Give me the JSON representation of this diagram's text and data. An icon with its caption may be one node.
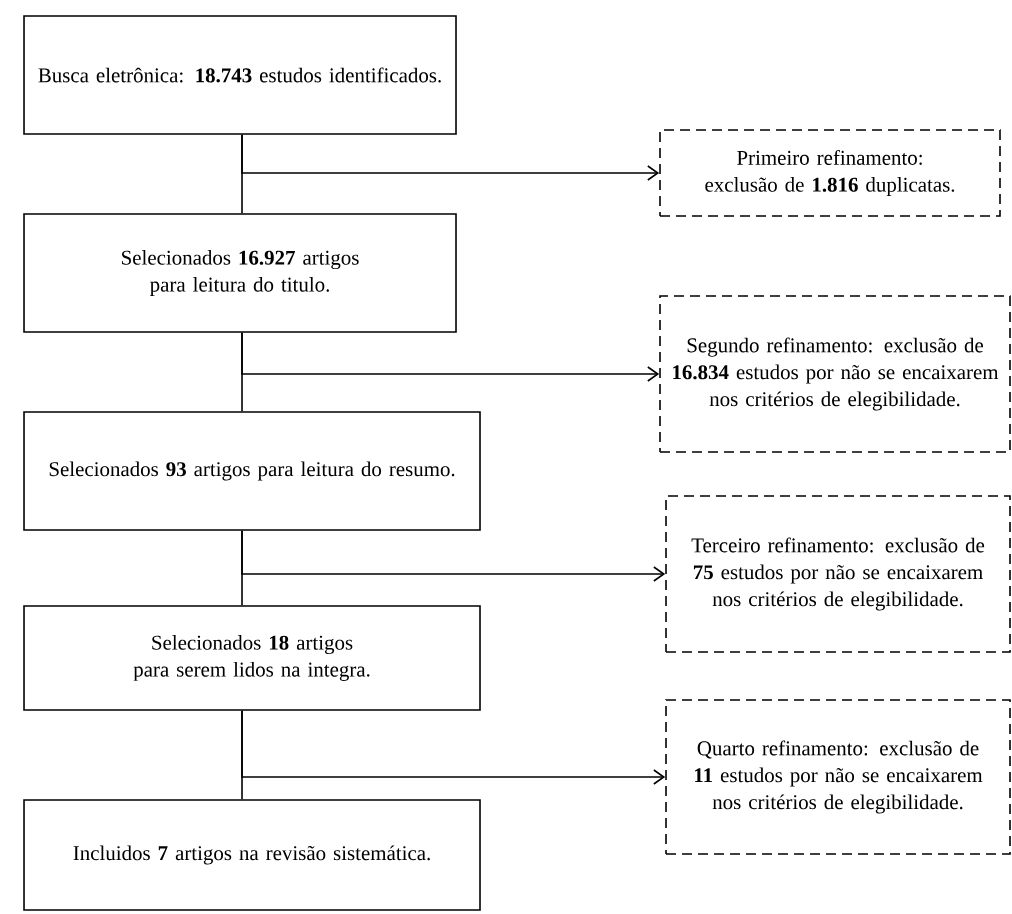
{
  "diagram": {
    "nodes": [
      {
        "text": [
          "Busca eletrônica: **18.743** estudos identificados."
        ]
      },
      {
        "text": [
          "Selecionados **16.927** artigos para leitura do titulo."
        ]
      },
      {
        "text": [
          "Selecionados **93** artigos para leitura do resumo."
        ]
      },
      {
        "text": [
          "Selecionados **18** artigos para serem lidos na integra."
        ]
      },
      {
        "text": [
          "Incluidos **7** artigos na revisão sistemática."
        ]
      },
      {
        "text": [
          "Primeiro refinamento: exclusão de **1.816** duplicatas."
        ]
      },
      {
        "text": [
          "Segundo refinamento: exclusão de **16.834** estudos por não se encaixarem nos critérios de elegibilidade."
        ]
      },
      {
        "text": [
          "Terceiro refinamento: exclusão de **75** estudos por não se encaixarem nos critérios de elegibilidade."
        ]
      },
      {
        "text": [
          "Quarto refinamento: exclusão de **11** estudos por não se encaixarem nos critérios de elegibilidade."
        ]
      }
    ],
    "edges": [
      {
        "from": 0,
        "to": 1,
        "arrow": "none"
      },
      {
        "from": 0,
        "to": 5,
        "arrow": "to"
      },
      {
        "from": 1,
        "to": 2,
        "arrow": "none"
      },
      {
        "from": 1,
        "to": 6,
        "arrow": "to"
      },
      {
        "from": 2,
        "to": 3,
        "arrow": "none"
      },
      {
        "from": 2,
        "to": 7,
        "arrow": "to"
      },
      {
        "from": 3,
        "to": 4,
        "arrow": "none"
      },
      {
        "from": 3,
        "to": 8,
        "arrow": "to"
      }
    ]
  }
}
